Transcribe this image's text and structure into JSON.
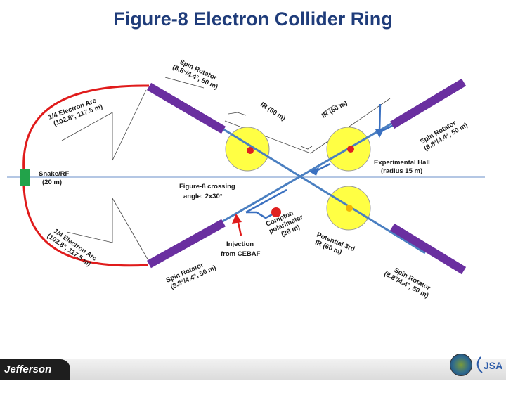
{
  "title": "Figure-8 Electron Collider Ring",
  "labels": {
    "spin_rotator_top_left": [
      "Spin Rotator",
      "(8.8°/4.4°, 50 m)"
    ],
    "electron_arc_top": [
      "1/4 Electron Arc",
      "(102.8°, 117.5 m)"
    ],
    "ir_left": "IR (60 m)",
    "ir_right": "IR (60 m)",
    "spin_rotator_top_right": [
      "Spin Rotator",
      "(8.8°/4.4°, 50 m)"
    ],
    "experimental_hall": [
      "Experimental Hall",
      "(radius 15 m)"
    ],
    "snake_rf": [
      "Snake/RF",
      "(20 m)"
    ],
    "crossing": [
      "Figure-8 crossing",
      "angle:  2x30°"
    ],
    "compton": [
      "Compton",
      "polarimeter",
      "(28 m)"
    ],
    "potential_ir": [
      "Potential 3rd",
      "IR (60 m)"
    ],
    "injection": [
      "Injection",
      "from CEBAF"
    ],
    "electron_arc_bottom": [
      "1/4 Electron Arc",
      "(102.8°, 117.5 m)"
    ],
    "spin_rotator_bottom_left": [
      "Spin Rotator",
      "(8.8°/4.4°, 50 m)"
    ],
    "spin_rotator_bottom_right": [
      "Spin Rotator",
      "(8.8°/4.4°, 50 m)"
    ]
  },
  "footer": {
    "lab_logo": "Jefferson Lab",
    "jsa_logo": "JSA"
  },
  "colors": {
    "title": "#1f3c7a",
    "ring": "#e01b1b",
    "beamline": "#4a7fc1",
    "rotator": "#6a2fa0",
    "hall_fill": "#ffff44",
    "rf_block": "#22a34a"
  }
}
